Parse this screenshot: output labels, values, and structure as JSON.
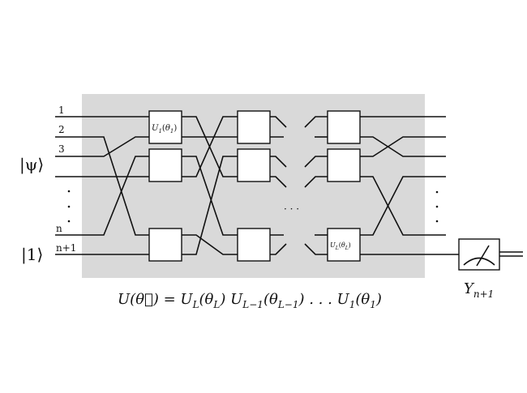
{
  "diagram": {
    "background_color": "#d9d9d9",
    "qubit_labels": [
      "1",
      "2",
      "3",
      "n",
      "n+1"
    ],
    "input_states": {
      "psi": "|ψ⟩",
      "one": "|1⟩"
    },
    "gates": {
      "first": {
        "main": "U",
        "sub": "1",
        "arg_main": "θ",
        "arg_sub": "1"
      },
      "last": {
        "main": "U",
        "sub": "L",
        "arg_main": "θ",
        "arg_sub": "L"
      }
    },
    "ellipsis": "· · ·",
    "measurement": {
      "main": "Y",
      "sub": "n+1",
      "icon": "meter-icon"
    },
    "equation": [
      {
        "t": "U(",
        "s": ""
      },
      {
        "t": "θ⃗",
        "s": ""
      },
      {
        "t": ") = U",
        "s": "L"
      },
      {
        "t": "(θ",
        "s": "L"
      },
      {
        "t": ") U",
        "s": "L−1"
      },
      {
        "t": "(θ",
        "s": "L−1"
      },
      {
        "t": ") . . . U",
        "s": "1"
      },
      {
        "t": "(θ",
        "s": "1"
      },
      {
        "t": ")",
        "s": ""
      }
    ]
  }
}
